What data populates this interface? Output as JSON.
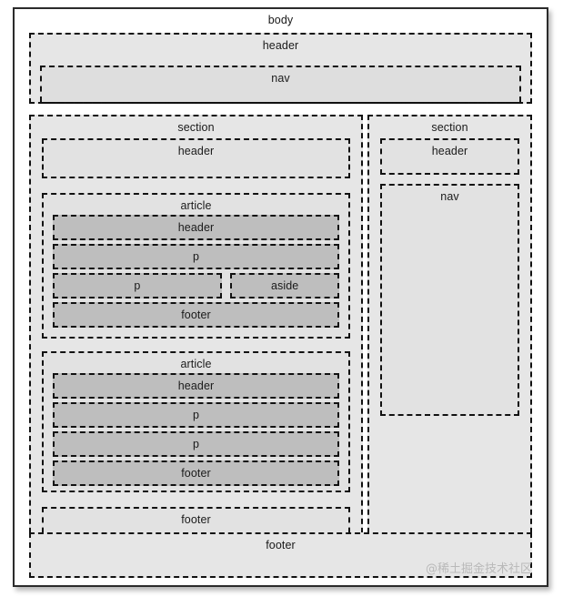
{
  "diagram": {
    "type": "html5-semantic-layout-outline",
    "root": {
      "label": "body"
    },
    "top_header": {
      "label": "header"
    },
    "top_nav": {
      "label": "nav"
    },
    "main_section": {
      "label": "section",
      "header": {
        "label": "header"
      },
      "article_one": {
        "label": "article",
        "header": {
          "label": "header"
        },
        "p_full": {
          "label": "p"
        },
        "p_split": {
          "label": "p"
        },
        "aside": {
          "label": "aside"
        },
        "footer": {
          "label": "footer"
        }
      },
      "article_two": {
        "label": "article",
        "header": {
          "label": "header"
        },
        "p_first": {
          "label": "p"
        },
        "p_second": {
          "label": "p"
        },
        "footer": {
          "label": "footer"
        }
      },
      "footer": {
        "label": "footer"
      }
    },
    "side_section": {
      "label": "section",
      "header": {
        "label": "header"
      },
      "nav": {
        "label": "nav"
      }
    },
    "body_footer": {
      "label": "footer"
    },
    "watermark": {
      "text": "@稀土掘金技术社区"
    },
    "colors": {
      "page_background": "#ffffff",
      "frame_border": "#2b2b2b",
      "dash_border": "#111111",
      "shade_level_1": "#e6e6e6",
      "shade_level_2": "#e2e2e2",
      "shade_level_3": "#bebebe",
      "nav_shade": "#dedede",
      "label_text": "#1a1a1a",
      "watermark_text": "#b9b9b9"
    }
  }
}
